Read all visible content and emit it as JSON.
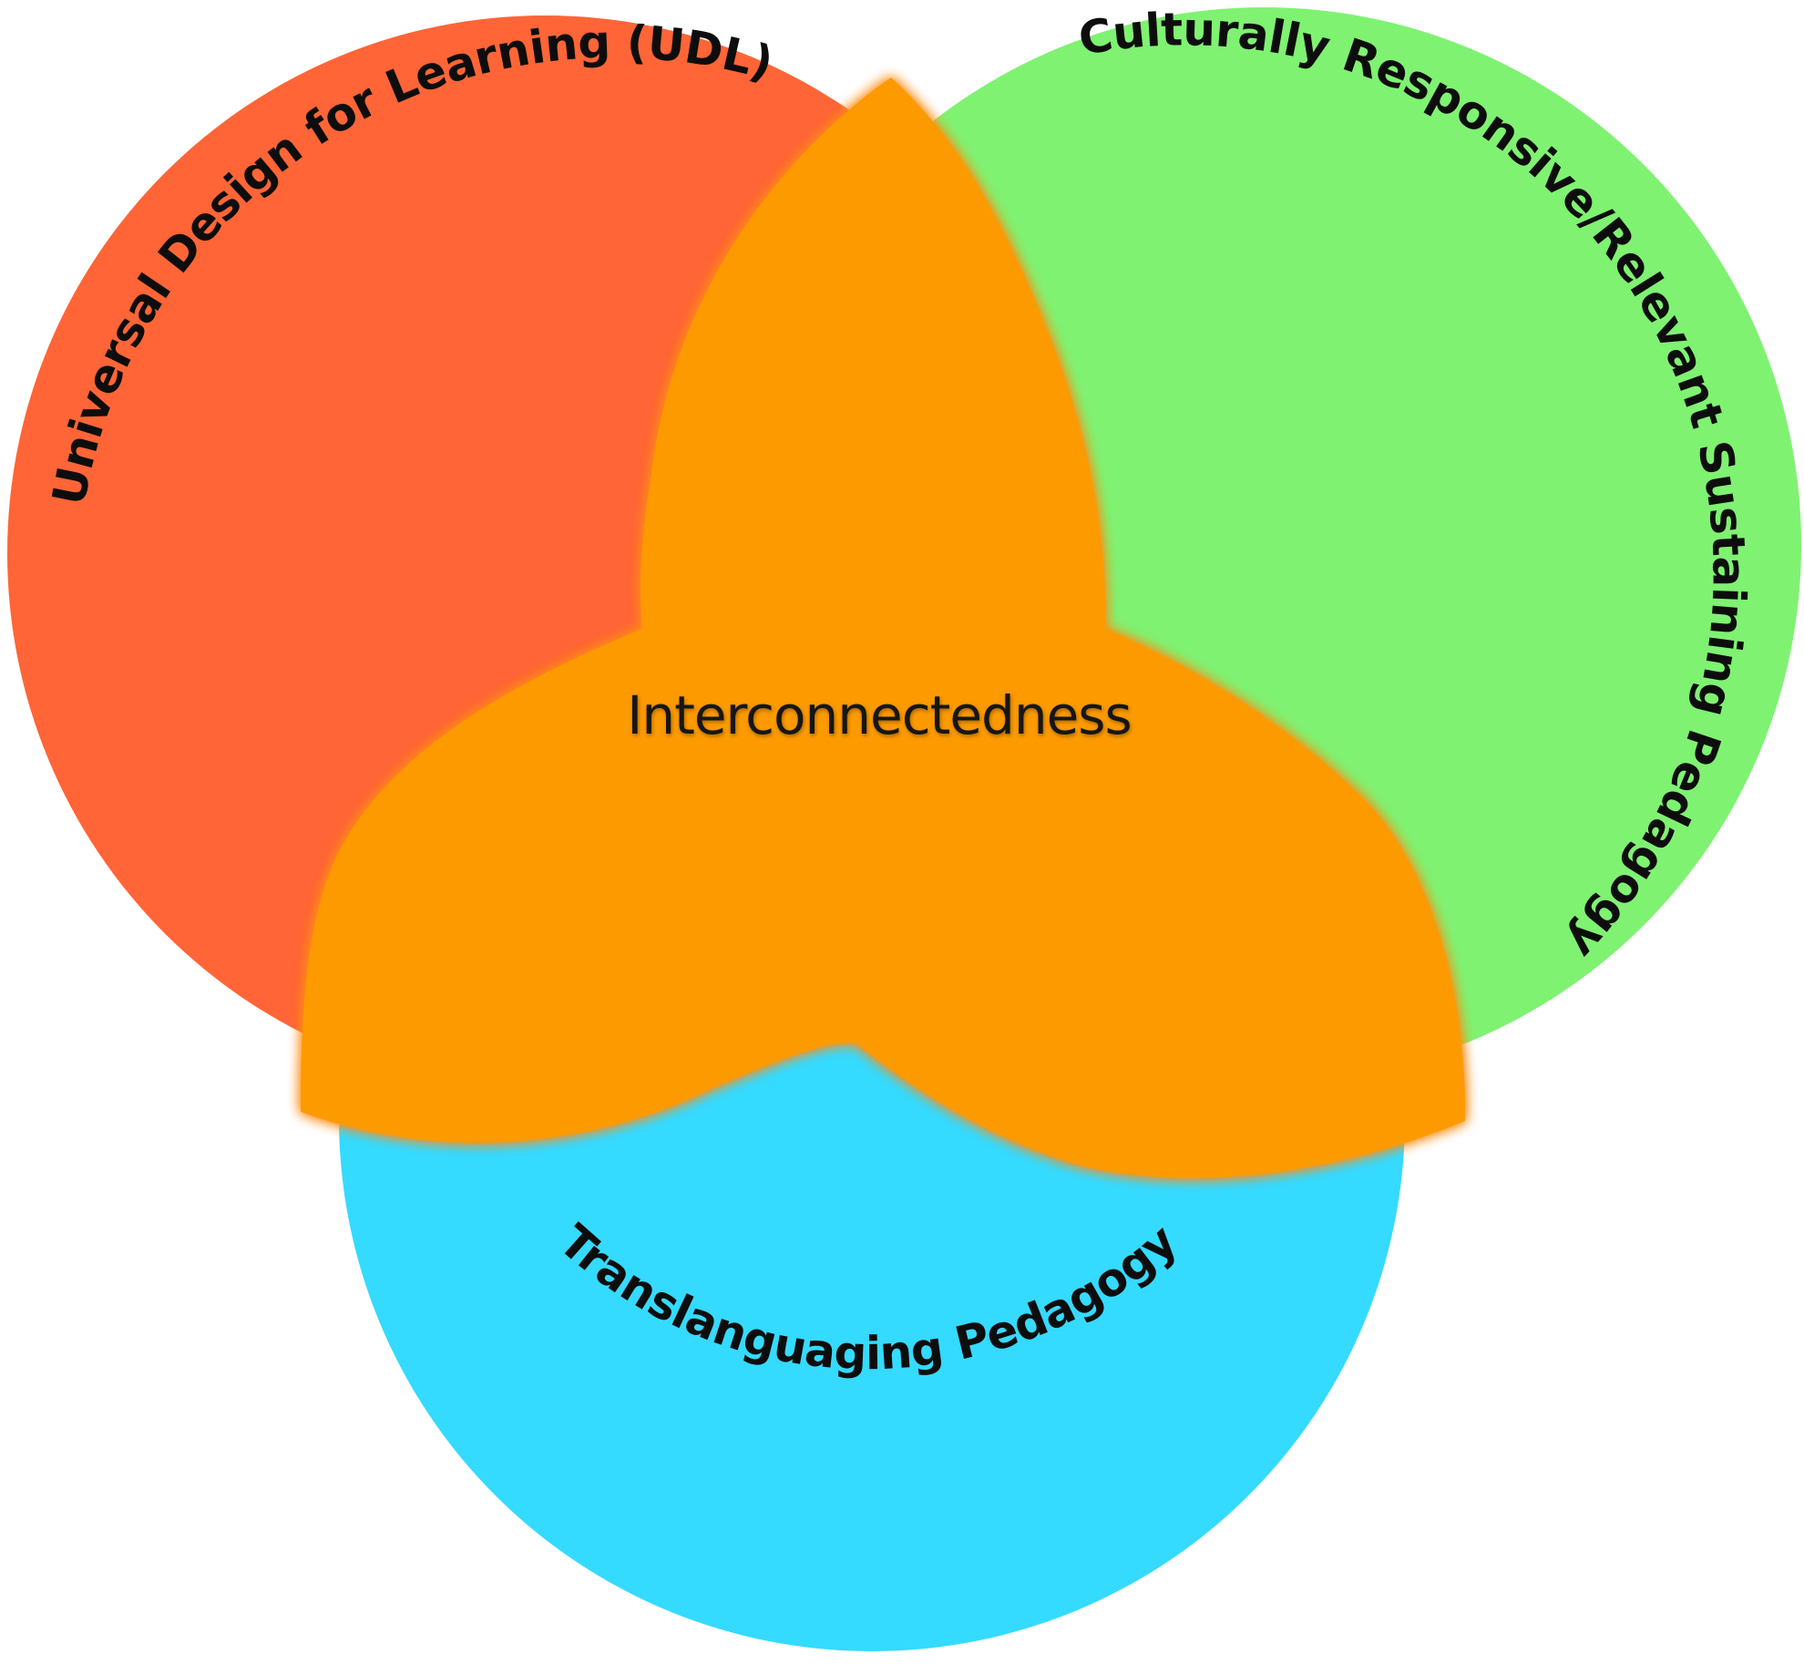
{
  "diagram": {
    "circles": [
      {
        "id": "udl",
        "label": "Universal Design for Learning (UDL)",
        "color": "#ff6536"
      },
      {
        "id": "crp",
        "label": "Culturally Responsive/Relevant Sustaining Pedagogy",
        "color": "#7ff272"
      },
      {
        "id": "trans",
        "label": "Translanguaging Pedagogy",
        "color": "#35daff"
      }
    ],
    "center": {
      "label": "Interconnectedness",
      "color": "#fd9a00",
      "glow_color": "#ff8c1a"
    }
  }
}
